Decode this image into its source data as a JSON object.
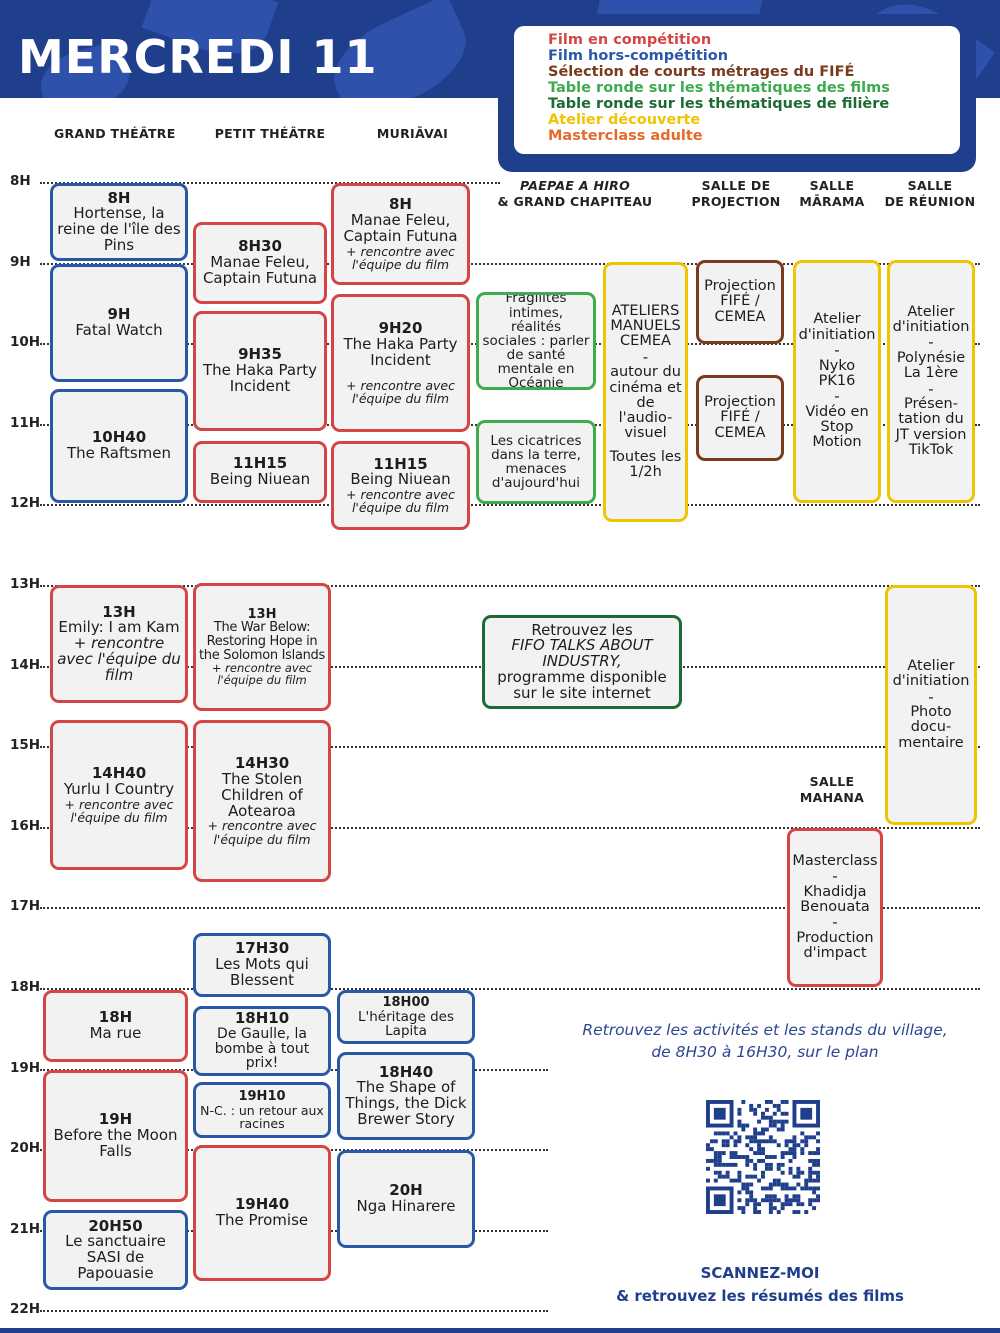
{
  "header": {
    "title": "MERCREDI 11"
  },
  "legend": [
    {
      "label": "Film en compétition",
      "color": "#d64545"
    },
    {
      "label": "Film hors-compétition",
      "color": "#2a58a8"
    },
    {
      "label": "Sélection de courts métrages du FIFÉ",
      "color": "#7a3b1d"
    },
    {
      "label": "Table ronde sur les thématiques des films",
      "color": "#3dab4e"
    },
    {
      "label": "Table ronde sur les thématiques de filière",
      "color": "#1d6b33"
    },
    {
      "label": "Atelier découverte",
      "color": "#f0c400"
    },
    {
      "label": "Masterclass adulte",
      "color": "#e56b2b"
    }
  ],
  "venues": {
    "grand_theatre": "GRAND THÉÂTRE",
    "petit_theatre": "PETIT THÉÂTRE",
    "muriavai": "MURIĀVAI",
    "paepae_1": "PAEPAE A HIRO",
    "paepae_2": "& GRAND CHAPITEAU",
    "projection_1": "SALLE DE",
    "projection_2": "PROJECTION",
    "marama_1": "SALLE",
    "marama_2": "MĀRAMA",
    "reunion_1": "SALLE",
    "reunion_2": "DE RÉUNION",
    "mahana_1": "SALLE",
    "mahana_2": "MAHANA"
  },
  "hours": [
    "8H",
    "9H",
    "10H",
    "11H",
    "12H",
    "13H",
    "14H",
    "15H",
    "16H",
    "17H",
    "18H",
    "19H",
    "20H",
    "21H",
    "22H"
  ],
  "events": {
    "gt1": {
      "time": "8H",
      "title": "Hortense, la reine de l'île des Pins"
    },
    "gt2": {
      "time": "9H",
      "title": "Fatal Watch"
    },
    "gt3": {
      "time": "10H40",
      "title": "The Raftsmen"
    },
    "gt4": {
      "time": "13H",
      "title": "Emily: I am Kam",
      "sub": "+ rencontre avec l'équipe du film"
    },
    "gt5": {
      "time": "14H40",
      "title": "Yurlu I Country",
      "sub": "+ rencontre avec l'équipe du film"
    },
    "gt6": {
      "time": "18H",
      "title": "Ma rue"
    },
    "gt7": {
      "time": "19H",
      "title": "Before the Moon Falls"
    },
    "gt8": {
      "time": "20H50",
      "title": "Le sanctuaire SASI de Papouasie"
    },
    "pt1": {
      "time": "8H30",
      "title": "Manae Feleu, Captain Futuna"
    },
    "pt2": {
      "time": "9H35",
      "title": "The Haka Party Incident"
    },
    "pt3": {
      "time": "11H15",
      "title": "Being Niuean"
    },
    "pt4": {
      "time": "13H",
      "title": "The War Below: Restoring Hope in the Solomon Islands",
      "sub": "+ rencontre avec l'équipe du film"
    },
    "pt5": {
      "time": "14H30",
      "title": "The Stolen Children of Aotearoa",
      "sub": "+ rencontre avec l'équipe du film"
    },
    "pt6": {
      "time": "17H30",
      "title": "Les Mots qui Blessent"
    },
    "pt7": {
      "time": "18H10",
      "title": "De Gaulle, la bombe à tout prix!"
    },
    "pt8": {
      "time": "19H10",
      "title": "N-C. : un retour aux racines"
    },
    "pt9": {
      "time": "19H40",
      "title": "The Promise"
    },
    "mu1": {
      "time": "8H",
      "title": "Manae Feleu, Captain Futuna",
      "sub": "+ rencontre avec l'équipe du film"
    },
    "mu2": {
      "time": "9H20",
      "title": "The Haka Party Incident",
      "sub": "+ rencontre avec l'équipe du film"
    },
    "mu3": {
      "time": "11H15",
      "title": "Being Niuean",
      "sub": "+ rencontre avec l'équipe du film"
    },
    "mu4": {
      "time": "18H00",
      "title": "L'héritage des Lapita"
    },
    "mu5": {
      "time": "18H40",
      "title": "The Shape of Things, the Dick Brewer Story"
    },
    "mu6": {
      "time": "20H",
      "title": "Nga Hinarere"
    },
    "pa1": {
      "title": "Fragilités intimes, réalités sociales : parler de santé mentale en Océanie"
    },
    "pa2": {
      "title": "Les cicatrices dans la terre, menaces d'aujourd'hui"
    },
    "pa3": {
      "l1": "Retrouvez les",
      "l2": "FIFO TALKS ABOUT INDUSTRY,",
      "l3": "programme disponible sur le site internet"
    },
    "pa4": {
      "l1": "ATELIERS MANUELS CEMEA",
      "l2": "-",
      "l3": "autour du cinéma et de l'audio-visuel",
      "l4": "Toutes les 1/2h"
    },
    "pr1": {
      "title": "Projection FIFÉ / CEMEA"
    },
    "pr2": {
      "title": "Projection FIFÉ / CEMEA"
    },
    "ma1": {
      "l1": "Atelier d'initiation",
      "l2": "-",
      "l3": "Nyko PK16",
      "l4": "-",
      "l5": "Vidéo en Stop Motion"
    },
    "re1": {
      "l1": "Atelier d'initiation",
      "l2": "-",
      "l3": "Polynésie La 1ère",
      "l4": "-",
      "l5": "Présen-tation du JT version TikTok"
    },
    "re2": {
      "l1": "Atelier d'initiation",
      "l2": "-",
      "l3": "Photo docu-mentaire"
    },
    "mh1": {
      "l1": "Masterclass",
      "l2": "-",
      "l3": "Khadidja Benouata",
      "l4": "-",
      "l5": "Production d'impact"
    }
  },
  "village_note": {
    "l1": "Retrouvez les activités et les stands du village,",
    "l2": "de 8H30 à 16H30, sur le plan"
  },
  "scan": {
    "l1": "SCANNEZ-MOI",
    "l2": "& retrouvez les résumés des films"
  }
}
